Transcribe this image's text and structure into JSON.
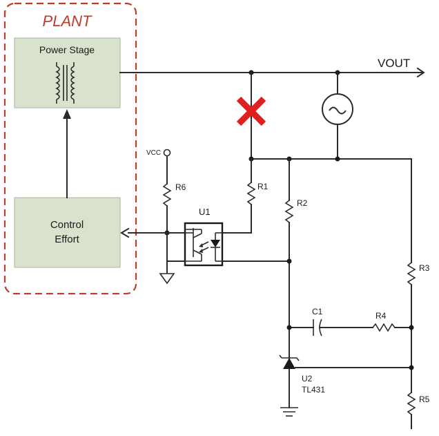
{
  "plant": {
    "label": "PLANT",
    "border_color": "#c0392b"
  },
  "blocks": {
    "power_stage": "Power Stage",
    "control_effort_line1": "Control",
    "control_effort_line2": "Effort",
    "fill_color": "#d8e2cc"
  },
  "labels": {
    "vout": "VOUT",
    "vcc": "VCC",
    "r1": "R1",
    "r2": "R2",
    "r3": "R3",
    "r4": "R4",
    "r5": "R5",
    "r6": "R6",
    "c1": "C1",
    "u1": "U1",
    "u2": "U2",
    "u2_part": "TL431"
  },
  "symbols": {
    "break_mark": "red-x-icon",
    "ac_source": "ac-source-icon",
    "break_color": "#e02020"
  }
}
